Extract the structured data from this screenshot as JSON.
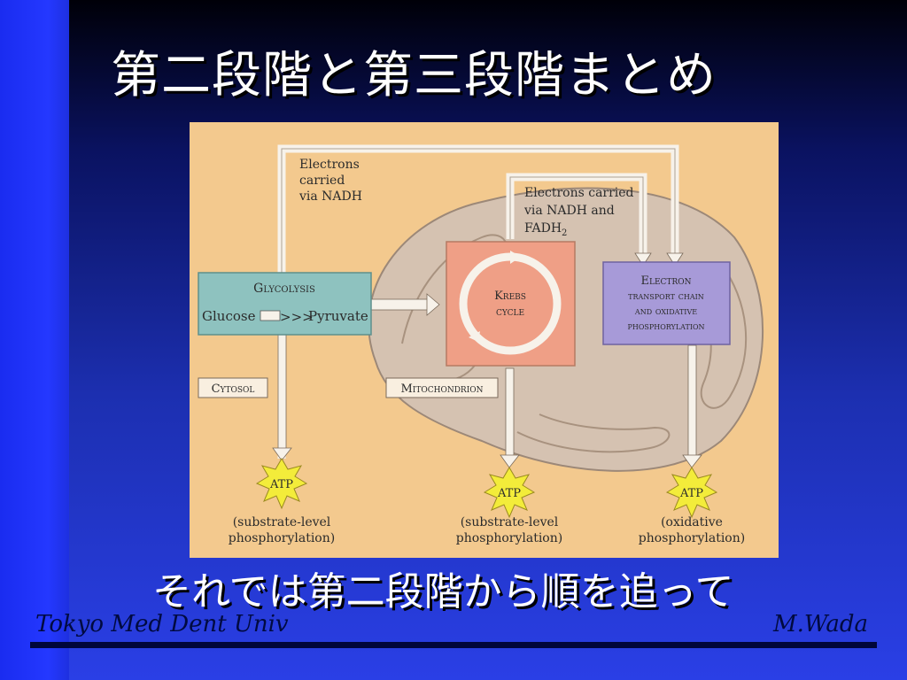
{
  "slide": {
    "title": "第二段階と第三段階まとめ",
    "subtitle": "それでは第二段階から順を追って",
    "footer_left": "Tokyo Med Dent Univ",
    "footer_right": "M.Wada"
  },
  "diagram": {
    "label_nadh_1": "Electrons",
    "label_nadh_2": "carried",
    "label_nadh_3": "via NADH",
    "label_fadh_1": "Electrons carried",
    "label_fadh_2": "via NADH and",
    "label_fadh_3": "FADH",
    "label_fadh_sub": "2",
    "glycolysis": "Glycolysis",
    "glucose": "Glucose",
    "pyruvate": "Pyruvate",
    "krebs_1": "Krebs",
    "krebs_2": "cycle",
    "etc_1": "Electron",
    "etc_2": "transport chain",
    "etc_3": "and oxidative",
    "etc_4": "phosphorylation",
    "cytosol": "Cytosol",
    "mitochondrion": "Mitochondrion",
    "atp_1": "ATP",
    "atp_2": "ATP",
    "atp_3": "ATP",
    "atp1_cap_1": "(substrate-level",
    "atp1_cap_2": "phosphorylation)",
    "atp2_cap_1": "(substrate-level",
    "atp2_cap_2": "phosphorylation)",
    "atp3_cap_1": "(oxidative",
    "atp3_cap_2": "phosphorylation)"
  },
  "colors": {
    "figure_bg": "#f3c98e",
    "mito_fill": "#d5c2b1",
    "glycolysis_box": "#8ec2bf",
    "krebs_box": "#ef9f86",
    "etc_box": "#a79ad8",
    "atp_star": "#f3ec3a"
  }
}
